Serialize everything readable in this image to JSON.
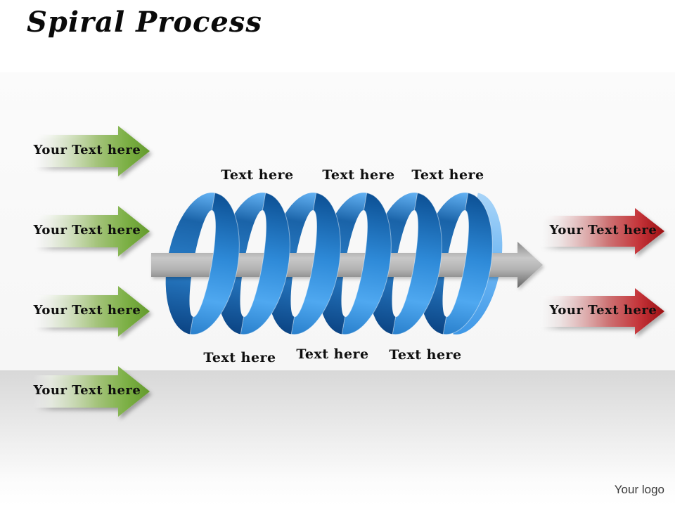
{
  "slide": {
    "title": "Spiral Process",
    "logo_text": "Your logo"
  },
  "left_arrows": {
    "items": [
      {
        "label": "Your Text here"
      },
      {
        "label": "Your Text here"
      },
      {
        "label": "Your Text here"
      },
      {
        "label": "Your Text here"
      }
    ]
  },
  "right_arrows": {
    "items": [
      {
        "label": "Your Text here"
      },
      {
        "label": "Your Text here"
      }
    ]
  },
  "spiral": {
    "loops": 6,
    "top_labels": [
      {
        "label": "Text here"
      },
      {
        "label": "Text here"
      },
      {
        "label": "Text here"
      }
    ],
    "bottom_labels": [
      {
        "label": "Text here"
      },
      {
        "label": "Text here"
      },
      {
        "label": "Text here"
      }
    ]
  },
  "palette": {
    "green": "#71a739",
    "red": "#c0161c",
    "coil_light": "#4fa8f0",
    "coil_dark": "#0c5094",
    "axis_gray": "#9a9a9a",
    "text_black": "#0e0e0e"
  }
}
